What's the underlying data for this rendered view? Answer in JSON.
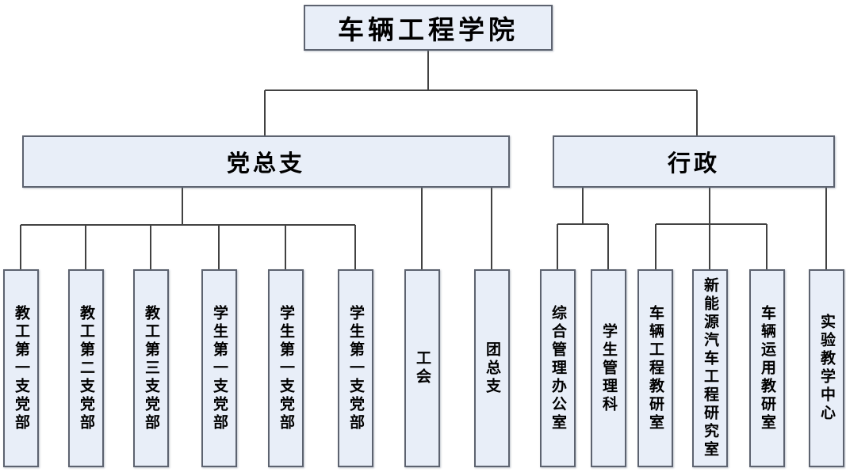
{
  "org": {
    "title": "车辆工程学院",
    "branches": [
      {
        "label": "党总支",
        "children": [
          "教工第一支党部",
          "教工第二支党部",
          "教工第三支党部",
          "学生第一支党部",
          "学生第一支党部",
          "学生第一支党部",
          "工会",
          "团总支"
        ]
      },
      {
        "label": "行政",
        "children": [
          "综合管理办公室",
          "学生管理科",
          "车辆工程教研室",
          "新能源汽车工程研究室",
          "车辆运用教研室",
          "实验教学中心"
        ]
      }
    ],
    "colors": {
      "box_fill": "#e8eef8",
      "box_border": "#5d6370",
      "connector": "#424242",
      "text": "#000000"
    }
  }
}
